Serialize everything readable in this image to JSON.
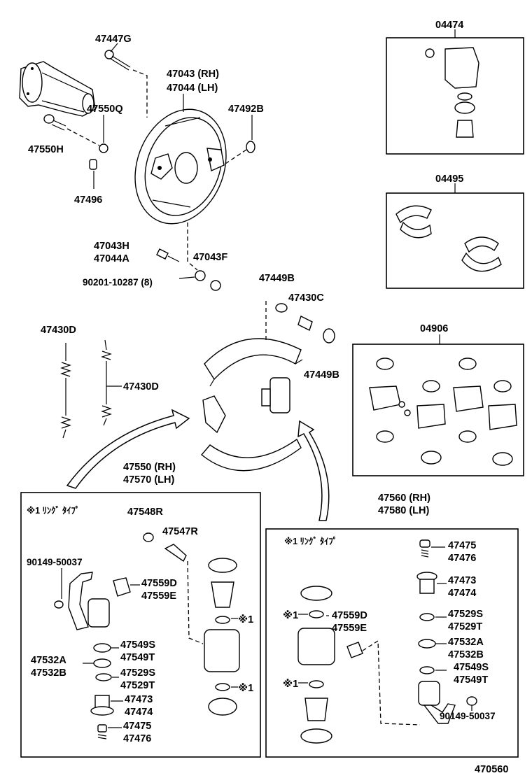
{
  "diagram_id": "470560",
  "labels": {
    "l47447g": "47447G",
    "l47043rh": "47043 (RH)",
    "l47044lh": "47044 (LH)",
    "l47550q": "47550Q",
    "l47492b": "47492B",
    "l47550h": "47550H",
    "l47496": "47496",
    "l47043h": "47043H",
    "l47044a": "47044A",
    "l47043f": "47043F",
    "l90201": "90201-10287 (8)",
    "l47449b_top": "47449B",
    "l47430c": "47430C",
    "l47449b_bot": "47449B",
    "l47430d_top": "47430D",
    "l47430d_side": "47430D",
    "l47550rh": "47550 (RH)",
    "l47570lh": "47570 (LH)",
    "l47560rh": "47560 (RH)",
    "l47580lh": "47580 (LH)"
  },
  "kits": {
    "k04474": "04474",
    "k04495": "04495",
    "k04906": "04906"
  },
  "left_panel": {
    "note": "※1 ﾘﾝｸﾞ ﾀｲﾌﾟ",
    "l47548r": "47548R",
    "l47547r": "47547R",
    "l90149": "90149-50037",
    "l47559d": "47559D",
    "l47559e": "47559E",
    "l47549s": "47549S",
    "l47549t": "47549T",
    "l47532a": "47532A",
    "l47532b": "47532B",
    "l47529s": "47529S",
    "l47529t": "47529T",
    "l47473": "47473",
    "l47474": "47474",
    "l47475": "47475",
    "l47476": "47476",
    "mark1a": "※1",
    "mark1b": "※1"
  },
  "right_panel": {
    "note": "※1 ﾘﾝｸﾞ ﾀｲﾌﾟ",
    "l47475": "47475",
    "l47476": "47476",
    "l47473": "47473",
    "l47474": "47474",
    "l47529s": "47529S",
    "l47529t": "47529T",
    "l47532a": "47532A",
    "l47532b": "47532B",
    "l47549s": "47549S",
    "l47549t": "47549T",
    "l47559d": "47559D",
    "l47559e": "47559E",
    "l90149": "90149-50037",
    "mark1a": "※1",
    "mark1b": "※1"
  }
}
